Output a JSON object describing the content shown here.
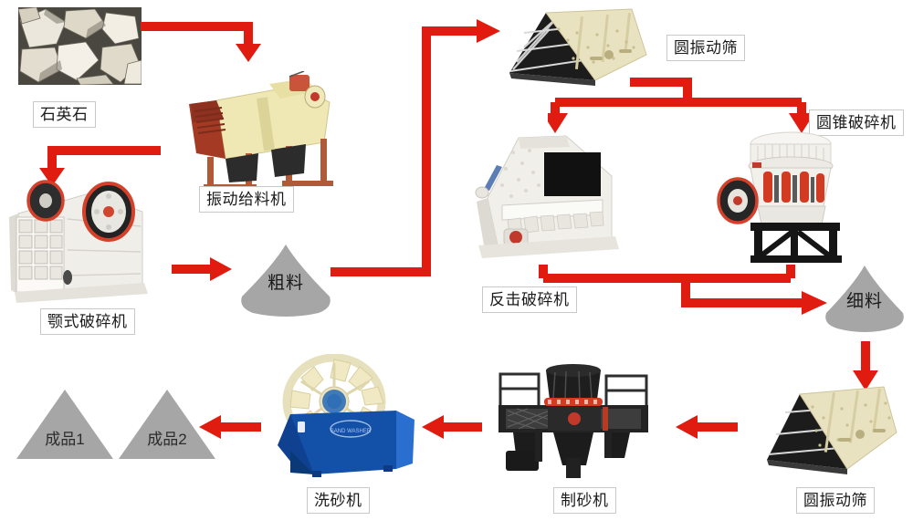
{
  "diagram": {
    "title": "quartz-stone-crushing-sand-production-flowchart",
    "accent_color": "#e01b10",
    "cone_color": "#a6a6a6",
    "triangle_color": "#a6a6a6",
    "label_border_color": "#c9c9c9",
    "background": "#ffffff"
  },
  "nodes": {
    "raw_material_photo": {
      "name": "quartz-stone-photo",
      "caption": "石英石"
    },
    "vibrating_feeder": {
      "label": "振动给料机",
      "icon": "vibrating-feeder-icon"
    },
    "jaw_crusher": {
      "label": "颚式破碎机",
      "icon": "jaw-crusher-icon"
    },
    "coarse_material": {
      "label": "粗料",
      "shape": "cone"
    },
    "circular_screen_top": {
      "label": "圆振动筛",
      "icon": "circular-vibrating-screen-icon"
    },
    "impact_crusher": {
      "label": "反击破碎机",
      "icon": "impact-crusher-icon"
    },
    "cone_crusher": {
      "label": "圆锥破碎机",
      "icon": "cone-crusher-icon"
    },
    "fine_material": {
      "label": "细料",
      "shape": "cone"
    },
    "circular_screen_bottom": {
      "label": "圆振动筛",
      "icon": "circular-vibrating-screen-icon"
    },
    "sand_making_machine": {
      "label": "制砂机",
      "icon": "sand-making-machine-icon"
    },
    "sand_washer": {
      "label": "洗砂机",
      "icon": "sand-washer-icon"
    },
    "product_1": {
      "label": "成品1",
      "shape": "triangle"
    },
    "product_2": {
      "label": "成品2",
      "shape": "triangle"
    }
  },
  "flow_edges": [
    {
      "id": "e1",
      "from": "raw_material_photo",
      "to": "vibrating_feeder",
      "shape": "right-then-down"
    },
    {
      "id": "e2",
      "from": "vibrating_feeder",
      "to": "jaw_crusher",
      "shape": "left-then-down"
    },
    {
      "id": "e3",
      "from": "jaw_crusher",
      "to": "coarse_material",
      "shape": "right"
    },
    {
      "id": "e4",
      "from": "coarse_material",
      "to": "circular_screen_top",
      "shape": "right-up-right"
    },
    {
      "id": "e5",
      "from": "circular_screen_top",
      "to": "impact_crusher",
      "shape": "split-down-left"
    },
    {
      "id": "e6",
      "from": "circular_screen_top",
      "to": "cone_crusher",
      "shape": "split-down-right"
    },
    {
      "id": "e7",
      "from": "impact_crusher",
      "to": "fine_material",
      "shape": "merge-down-right"
    },
    {
      "id": "e8",
      "from": "cone_crusher",
      "to": "fine_material",
      "shape": "merge-down-right"
    },
    {
      "id": "e9",
      "from": "fine_material",
      "to": "circular_screen_bottom",
      "shape": "down"
    },
    {
      "id": "e10",
      "from": "circular_screen_bottom",
      "to": "sand_making_machine",
      "shape": "left"
    },
    {
      "id": "e11",
      "from": "sand_making_machine",
      "to": "sand_washer",
      "shape": "left"
    },
    {
      "id": "e12",
      "from": "sand_washer",
      "to": "product_2",
      "shape": "left"
    }
  ]
}
